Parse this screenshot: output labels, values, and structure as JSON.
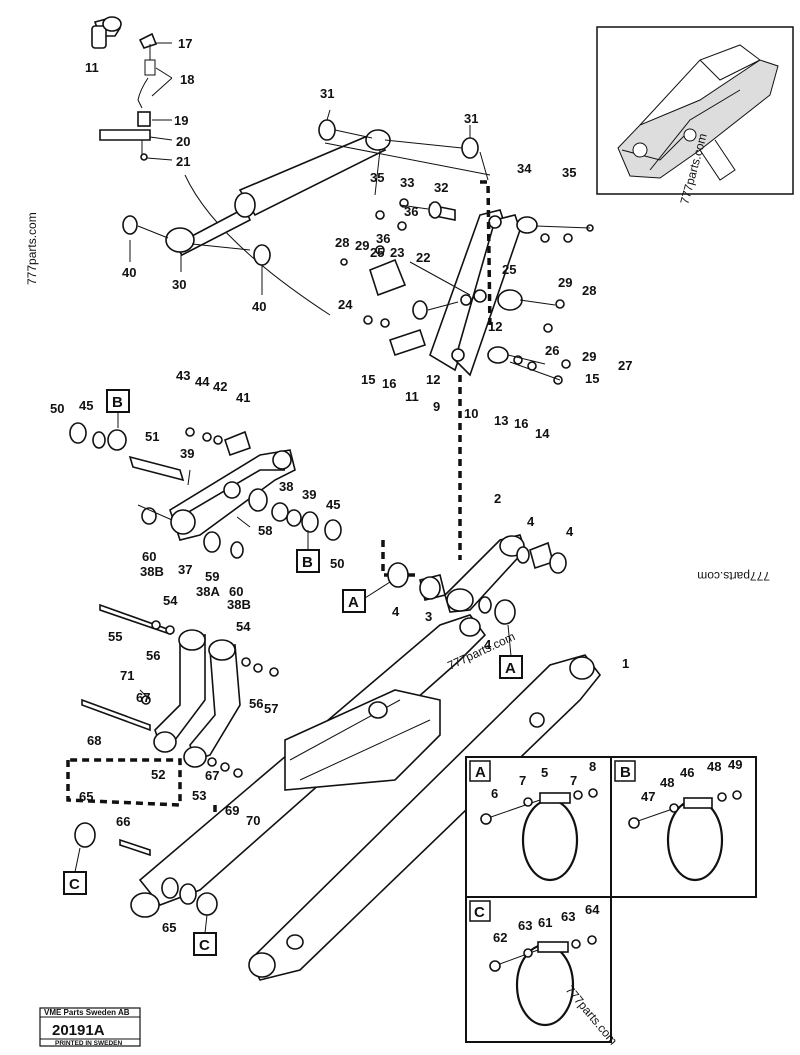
{
  "callouts": {
    "c1": "1",
    "c2": "2",
    "c3": "3",
    "c4a": "4",
    "c4b": "4",
    "c4c": "4",
    "c4d": "4",
    "c5": "5",
    "c6": "6",
    "c7a": "7",
    "c7b": "7",
    "c8": "8",
    "c9": "9",
    "c10": "10",
    "c11a": "11",
    "c11b": "11",
    "c12a": "12",
    "c12b": "12",
    "c13": "13",
    "c14": "14",
    "c15a": "15",
    "c15b": "15",
    "c16a": "16",
    "c16b": "16",
    "c17": "17",
    "c18": "18",
    "c19": "19",
    "c20": "20",
    "c21": "21",
    "c22": "22",
    "c23": "23",
    "c24": "24",
    "c25a": "25",
    "c25b": "25",
    "c26": "26",
    "c27": "27",
    "c28a": "28",
    "c28b": "28",
    "c29a": "29",
    "c29b": "29",
    "c29c": "29",
    "c30": "30",
    "c31a": "31",
    "c31b": "31",
    "c32": "32",
    "c33": "33",
    "c34": "34",
    "c35a": "35",
    "c35b": "35",
    "c36a": "36",
    "c36b": "36",
    "c37": "37",
    "c38a": "38",
    "c38A": "38A",
    "c38B1": "38B",
    "c38B2": "38B",
    "c39a": "39",
    "c39b": "39",
    "c40a": "40",
    "c40b": "40",
    "c41": "41",
    "c42": "42",
    "c43": "43",
    "c44": "44",
    "c45a": "45",
    "c45b": "45",
    "c46": "46",
    "c47": "47",
    "c48a": "48",
    "c48b": "48",
    "c49": "49",
    "c50a": "50",
    "c50b": "50",
    "c51": "51",
    "c52": "52",
    "c53": "53",
    "c54a": "54",
    "c54b": "54",
    "c55": "55",
    "c56a": "56",
    "c56b": "56",
    "c57": "57",
    "c58": "58",
    "c59": "59",
    "c60a": "60",
    "c60b": "60",
    "c61": "61",
    "c62": "62",
    "c63a": "63",
    "c63b": "63",
    "c64": "64",
    "c65a": "65",
    "c65b": "65",
    "c66": "66",
    "c67a": "67",
    "c67b": "67",
    "c68": "68",
    "c69": "69",
    "c70": "70",
    "c71": "71"
  },
  "ref_boxes": {
    "A1": "A",
    "A2": "A",
    "B1": "B",
    "B2": "B",
    "C1": "C",
    "C2": "C"
  },
  "detail_panels": {
    "A": "A",
    "B": "B",
    "C": "C"
  },
  "watermarks": {
    "w1": "777parts.com",
    "w2": "777parts.com",
    "w3": "777parts.com",
    "w4": "777parts.com",
    "w5": "777parts.com"
  },
  "footer": {
    "company": "VME Parts Sweden AB",
    "number": "20191A",
    "printed": "PRINTED IN SWEDEN"
  }
}
